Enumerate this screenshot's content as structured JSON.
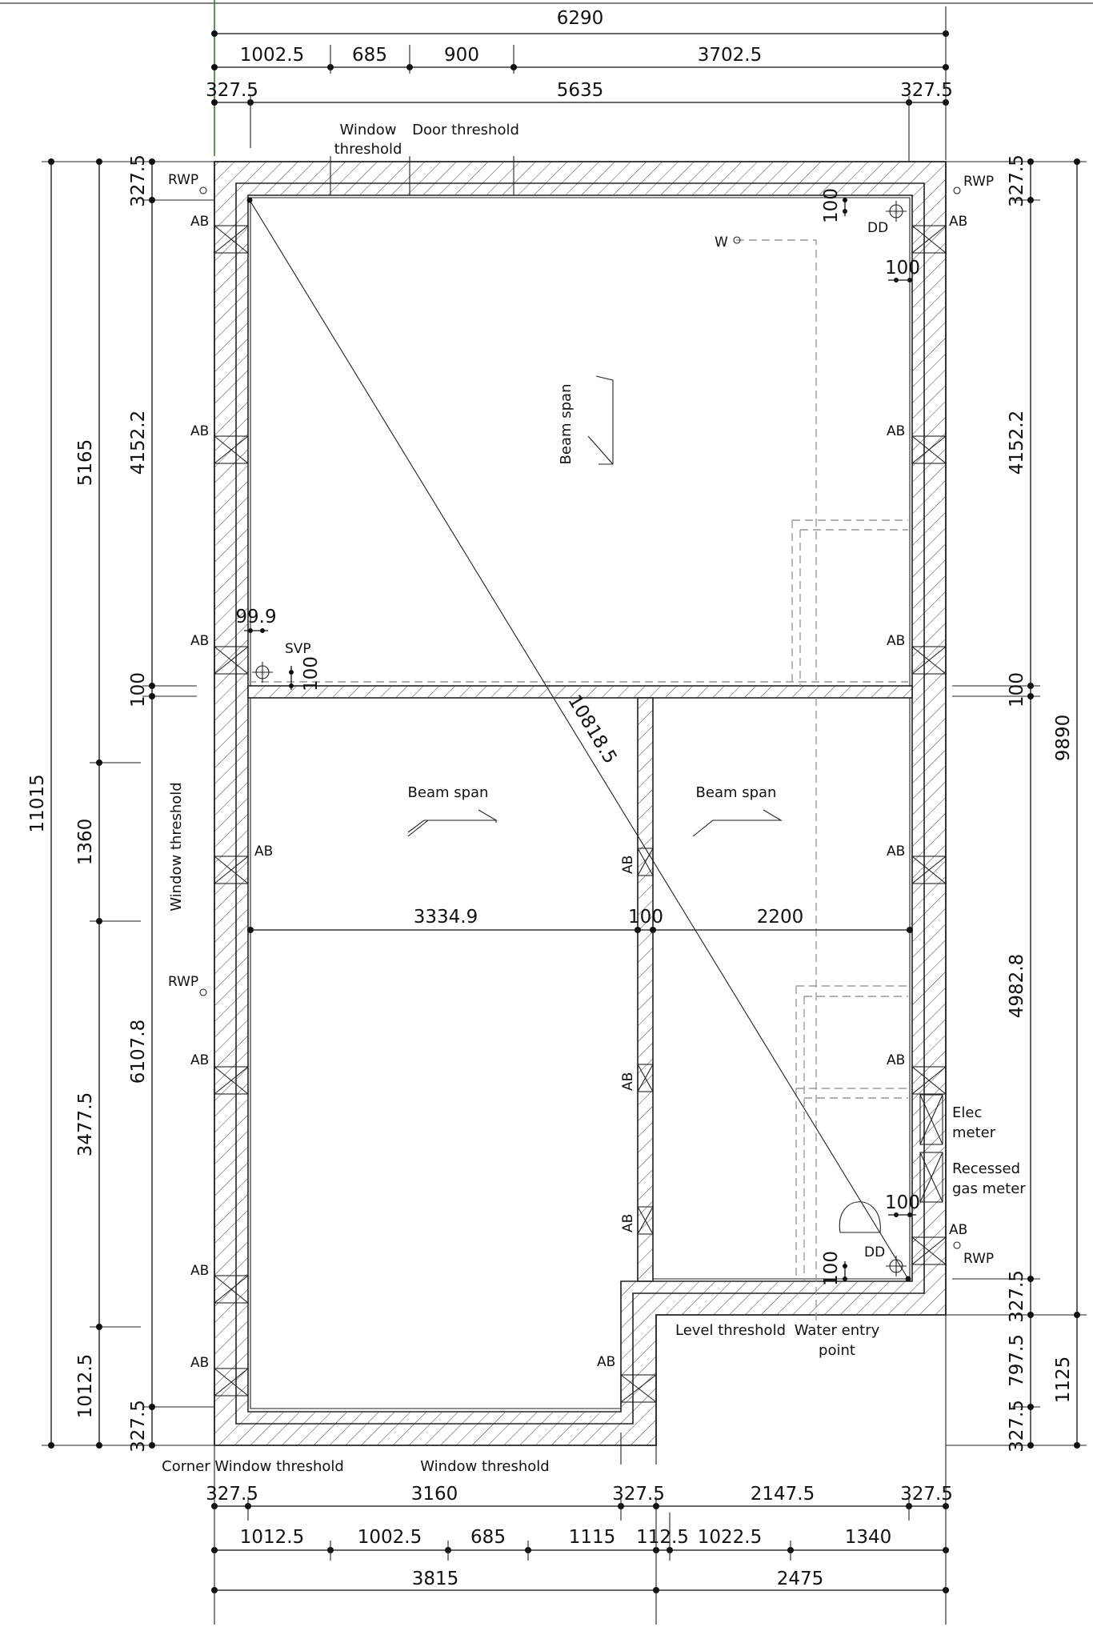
{
  "dimensions": {
    "top_overall": "6290",
    "top_row1": [
      "1002.5",
      "685",
      "900",
      "3702.5"
    ],
    "top_row2": [
      "327.5",
      "5635",
      "327.5"
    ],
    "bottom_row1": [
      "327.5",
      "3160",
      "327.5",
      "2147.5",
      "327.5"
    ],
    "bottom_row2": [
      "1012.5",
      "1002.5",
      "685",
      "1115",
      "112.5",
      "1022.5",
      "1340"
    ],
    "bottom_row3": [
      "3815",
      "2475"
    ],
    "left_outer": "11015",
    "left_mid": [
      "5165",
      "1360",
      "3477.5",
      "1012.5"
    ],
    "left_inner": [
      "327.5",
      "4152.2",
      "100",
      "6107.8",
      "327.5"
    ],
    "right_inner": [
      "327.5",
      "4152.2",
      "100",
      "4982.8",
      "327.5",
      "797.5",
      "327.5"
    ],
    "right_outer": [
      "9890",
      "1125"
    ],
    "interior_horizontal": [
      "3334.9",
      "100",
      "2200"
    ],
    "diagonal": "10818.5",
    "small": {
      "svp_offset_x": "99.9",
      "svp_offset_y": "100",
      "dd_top_y": "100",
      "dd_top_x": "100",
      "dd_bottom_x": "100",
      "dd_bottom_y": "100"
    }
  },
  "labels": {
    "rwp": "RWP",
    "ab": "AB",
    "dd": "DD",
    "w": "W",
    "svp": "SVP",
    "beam_span": "Beam span",
    "window_threshold": "Window threshold",
    "window": "Window",
    "threshold": "threshold",
    "door_threshold": "Door threshold",
    "corner_window_threshold": "Corner Window threshold",
    "level_threshold": "Level threshold",
    "water_entry": "Water entry",
    "point": "point",
    "elec": "Elec",
    "meter": "meter",
    "recessed": "Recessed",
    "gas_meter": "gas meter"
  },
  "colors": {
    "line": "#111111",
    "dashed": "#999999",
    "guide": "#2e7d32"
  }
}
